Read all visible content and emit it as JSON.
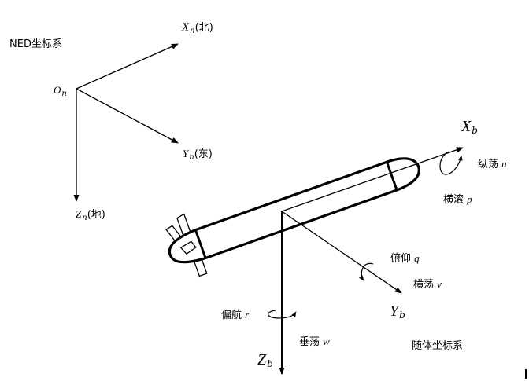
{
  "ned_frame": {
    "title": "NED坐标系",
    "origin": {
      "symbol": "O",
      "sub": "n"
    },
    "x_axis": {
      "symbol": "X",
      "sub": "n",
      "note": "(北)"
    },
    "y_axis": {
      "symbol": "Y",
      "sub": "n",
      "note": "(东)"
    },
    "z_axis": {
      "symbol": "Z",
      "sub": "n",
      "note": "(地)"
    }
  },
  "body_frame": {
    "title": "随体坐标系",
    "x_axis": {
      "symbol": "X",
      "sub": "b"
    },
    "y_axis": {
      "symbol": "Y",
      "sub": "b"
    },
    "z_axis": {
      "symbol": "Z",
      "sub": "b"
    },
    "motions": {
      "surge": {
        "name": "纵荡",
        "var": "u"
      },
      "roll": {
        "name": "横滚",
        "var": "p"
      },
      "pitch": {
        "name": "俯仰",
        "var": "q"
      },
      "sway": {
        "name": "横荡",
        "var": "v"
      },
      "yaw": {
        "name": "偏航",
        "var": "r"
      },
      "heave": {
        "name": "垂荡",
        "var": "w"
      }
    }
  }
}
